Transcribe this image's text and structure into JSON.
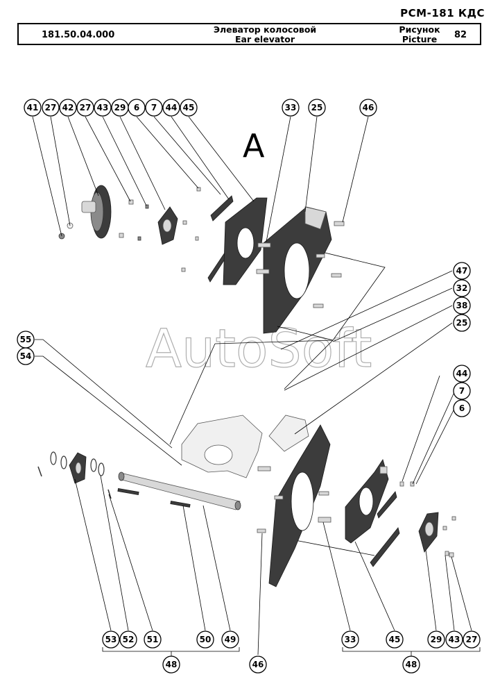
{
  "header": {
    "model": "РСМ-181 КДС",
    "code": "181.50.04.000",
    "name_ru": "Элеватор колосовой",
    "name_en": "Ear elevator",
    "picture_label_ru": "Рисунок",
    "picture_label_en": "Picture",
    "picture_number": "82"
  },
  "view_letter": "A",
  "watermark": "AutoSoft",
  "callouts": {
    "c41": "41",
    "c27a": "27",
    "c42": "42",
    "c27b": "27",
    "c43a": "43",
    "c29a": "29",
    "c6a": "6",
    "c7a": "7",
    "c44a": "44",
    "c45a": "45",
    "c33a": "33",
    "c25a": "25",
    "c46a": "46",
    "c47": "47",
    "c32": "32",
    "c38": "38",
    "c25b": "25",
    "c55": "55",
    "c54": "54",
    "c44b": "44",
    "c7b": "7",
    "c6b": "6",
    "c53": "53",
    "c52": "52",
    "c51": "51",
    "c50": "50",
    "c49": "49",
    "c46b": "46",
    "c33b": "33",
    "c45b": "45",
    "c29b": "29",
    "c43b": "43",
    "c27c": "27",
    "c48a": "48",
    "c48b": "48"
  }
}
